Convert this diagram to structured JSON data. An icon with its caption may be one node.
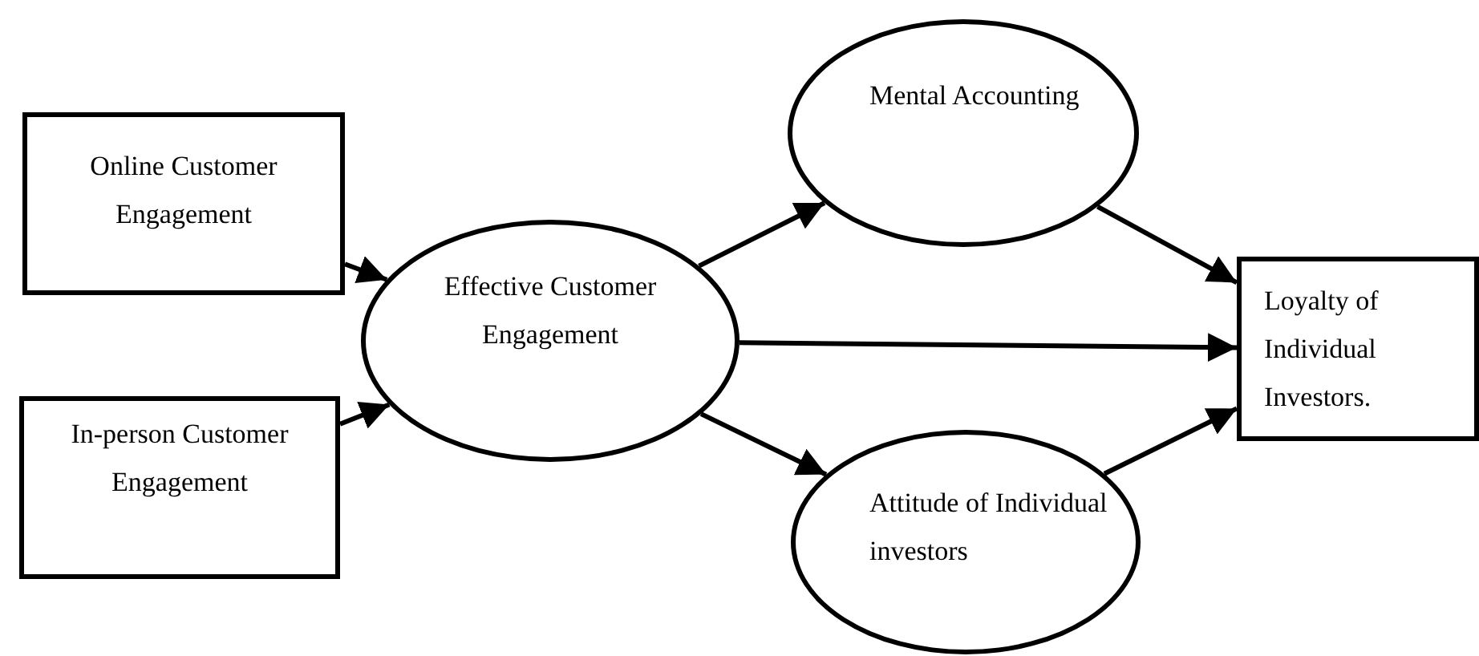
{
  "diagram": {
    "nodes": [
      {
        "text": [
          "Online Customer Engagement"
        ]
      },
      {
        "text": [
          "In-person Customer Engagement"
        ]
      },
      {
        "text": [
          "Effective Customer Engagement"
        ]
      },
      {
        "text": [
          "Mental Accounting"
        ]
      },
      {
        "text": [
          "Attitude of Individual investors"
        ]
      },
      {
        "text": [
          "Loyalty of Individual Investors."
        ]
      }
    ],
    "edges": [
      {
        "from": 0,
        "to": 2,
        "arrow": "to"
      },
      {
        "from": 1,
        "to": 2,
        "arrow": "to"
      },
      {
        "from": 2,
        "to": 3,
        "arrow": "to"
      },
      {
        "from": 2,
        "to": 5,
        "arrow": "to"
      },
      {
        "from": 2,
        "to": 4,
        "arrow": "to"
      },
      {
        "from": 3,
        "to": 5,
        "arrow": "to"
      },
      {
        "from": 4,
        "to": 5,
        "arrow": "to"
      }
    ]
  }
}
